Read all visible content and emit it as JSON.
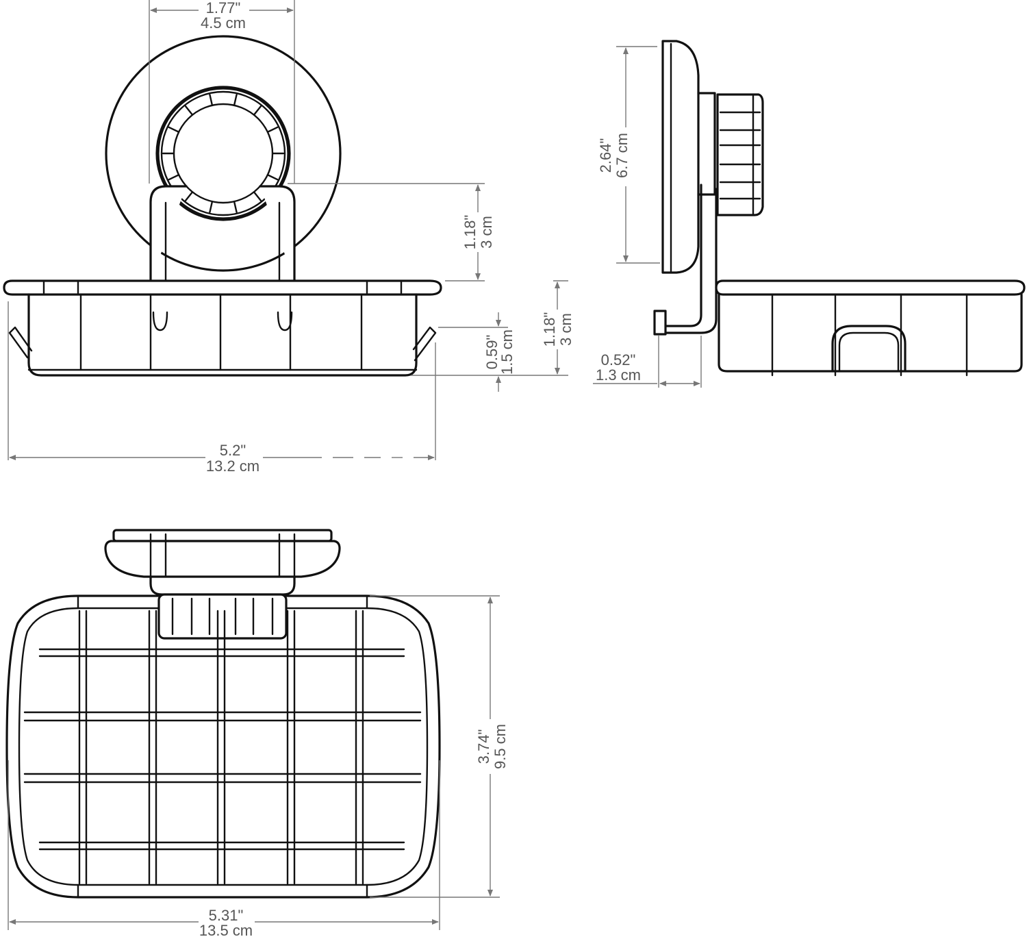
{
  "dimensions": {
    "front_width": {
      "imperial": "1.77\"",
      "metric": "4.5 cm"
    },
    "front_mount_height": {
      "imperial": "1.18\"",
      "metric": "3 cm"
    },
    "front_basket_height": {
      "imperial": "1.18\"",
      "metric": "3 cm"
    },
    "front_lip_height": {
      "imperial": "0.59\"",
      "metric": "1.5 cm"
    },
    "front_total_width": {
      "imperial": "5.2\"",
      "metric": "13.2 cm"
    },
    "side_height": {
      "imperial": "2.64\"",
      "metric": "6.7 cm"
    },
    "side_depth": {
      "imperial": "0.52\"",
      "metric": "1.3 cm"
    },
    "top_depth": {
      "imperial": "3.74\"",
      "metric": "9.5 cm"
    },
    "top_width": {
      "imperial": "5.31\"",
      "metric": "13.5 cm"
    }
  }
}
